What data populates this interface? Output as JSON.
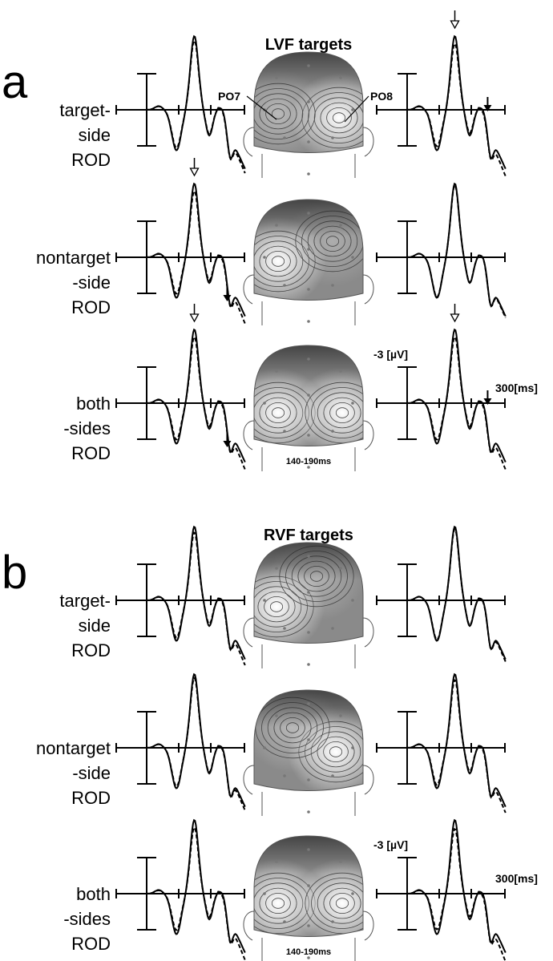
{
  "panels": [
    {
      "letter": "a",
      "title": "LVF targets",
      "rows": [
        {
          "label_lines": [
            "target-",
            "side",
            "ROD"
          ],
          "electrode_labels": [
            "PO7",
            "PO8"
          ],
          "left_markers": [],
          "right_markers": [
            "open",
            "filled"
          ],
          "left_diff": 0.06,
          "right_diff": 0.1,
          "map": "lvf-target"
        },
        {
          "label_lines": [
            "nontarget",
            "-side",
            "ROD"
          ],
          "electrode_labels": [],
          "left_markers": [
            "open",
            "filled"
          ],
          "right_markers": [],
          "left_diff": 0.1,
          "right_diff": 0.02,
          "map": "lvf-nontarget"
        },
        {
          "label_lines": [
            "both",
            "-sides",
            "ROD"
          ],
          "electrode_labels": [],
          "left_markers": [
            "open",
            "filled"
          ],
          "right_markers": [
            "open",
            "filled"
          ],
          "left_diff": 0.1,
          "right_diff": 0.1,
          "map": "both",
          "scale_labels": {
            "amplitude": "-3 [µV]",
            "time": "300[ms]"
          },
          "map_time": "140-190ms"
        }
      ]
    },
    {
      "letter": "b",
      "title": "RVF targets",
      "rows": [
        {
          "label_lines": [
            "target-",
            "side",
            "ROD"
          ],
          "electrode_labels": [],
          "left_markers": [],
          "right_markers": [],
          "left_diff": 0.08,
          "right_diff": 0.03,
          "map": "rvf-target"
        },
        {
          "label_lines": [
            "nontarget",
            "-side",
            "ROD"
          ],
          "electrode_labels": [],
          "left_markers": [],
          "right_markers": [],
          "left_diff": 0.05,
          "right_diff": 0.08,
          "map": "rvf-nontarget"
        },
        {
          "label_lines": [
            "both",
            "-sides",
            "ROD"
          ],
          "electrode_labels": [],
          "left_markers": [],
          "right_markers": [],
          "left_diff": 0.1,
          "right_diff": 0.12,
          "map": "both",
          "scale_labels": {
            "amplitude": "-3 [µV]",
            "time": "300[ms]"
          },
          "map_time": "140-190ms"
        }
      ]
    }
  ]
}
